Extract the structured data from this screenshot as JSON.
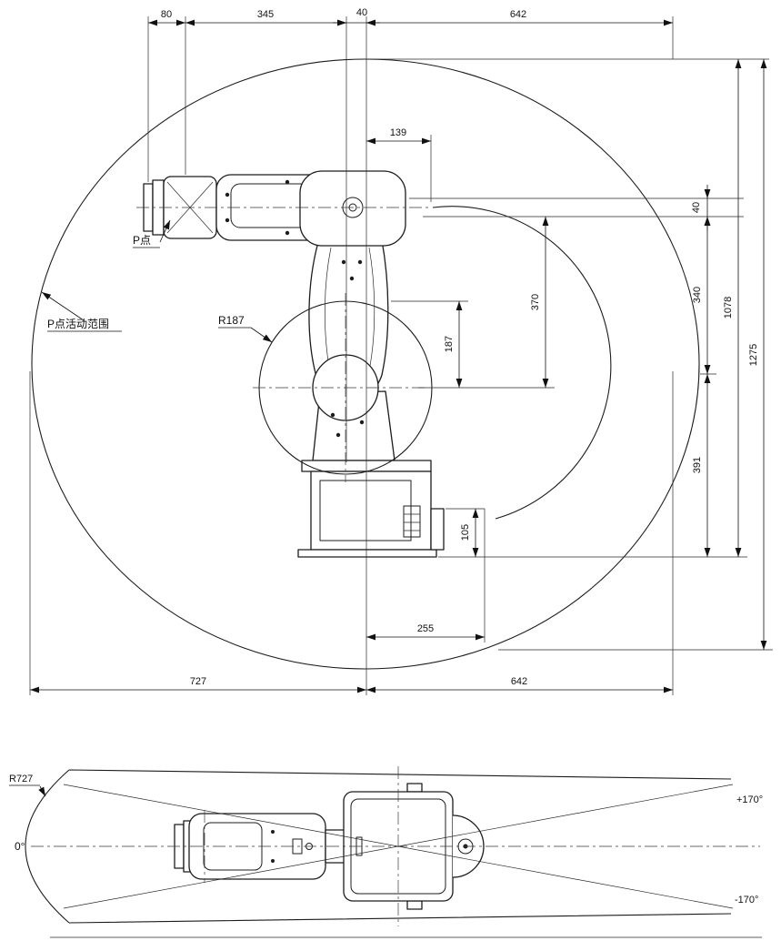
{
  "drawing": {
    "side_view": {
      "dim_top_80": "80",
      "dim_top_345": "345",
      "dim_top_40": "40",
      "dim_top_642": "642",
      "dim_139": "139",
      "dim_right_40": "40",
      "dim_340": "340",
      "dim_370": "370",
      "dim_187": "187",
      "dim_391": "391",
      "dim_105": "105",
      "dim_255": "255",
      "dim_1078": "1078",
      "dim_1275": "1275",
      "dim_bottom_727": "727",
      "dim_bottom_642": "642",
      "label_p_point": "P点",
      "label_envelope": "P点活动范围",
      "label_r187": "R187"
    },
    "top_view": {
      "label_r727": "R727",
      "label_zero_deg": "0°",
      "label_plus_170": "+170°",
      "label_minus_170": "-170°"
    }
  }
}
